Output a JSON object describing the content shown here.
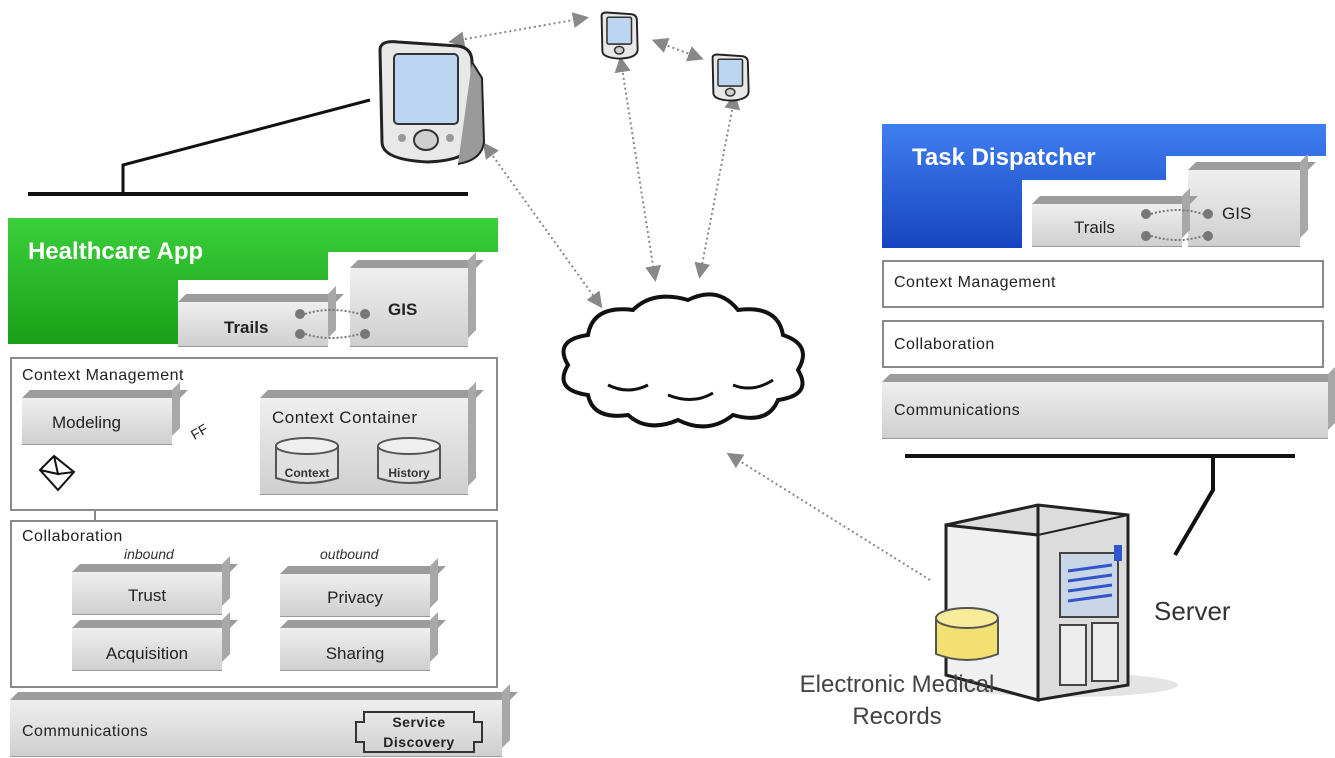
{
  "left": {
    "title": "Healthcare App",
    "trails": "Trails",
    "gis": "GIS",
    "context_management": "Context Management",
    "modeling": "Modeling",
    "context_container": "Context  Container",
    "context_db": "Context",
    "history_db": "History",
    "collaboration": "Collaboration",
    "inbound": "inbound",
    "outbound": "outbound",
    "trust": "Trust",
    "privacy": "Privacy",
    "acquisition": "Acquisition",
    "sharing": "Sharing",
    "communications": "Communications",
    "service_discovery_1": "Service",
    "service_discovery_2": "Discovery"
  },
  "right": {
    "title": "Task Dispatcher",
    "trails": "Trails",
    "gis": "GIS",
    "context_management": "Context Management",
    "collaboration": "Collaboration",
    "communications": "Communications"
  },
  "server": {
    "label": "Server",
    "emr_line1": "Electronic Medical",
    "emr_line2": "Records"
  },
  "colors": {
    "healthcare_green": "#22aa22",
    "dispatcher_blue": "#1e5bd6"
  },
  "icons": [
    "handheld-device-icon",
    "cloud-icon",
    "server-icon",
    "database-icon",
    "envelope-icon"
  ]
}
